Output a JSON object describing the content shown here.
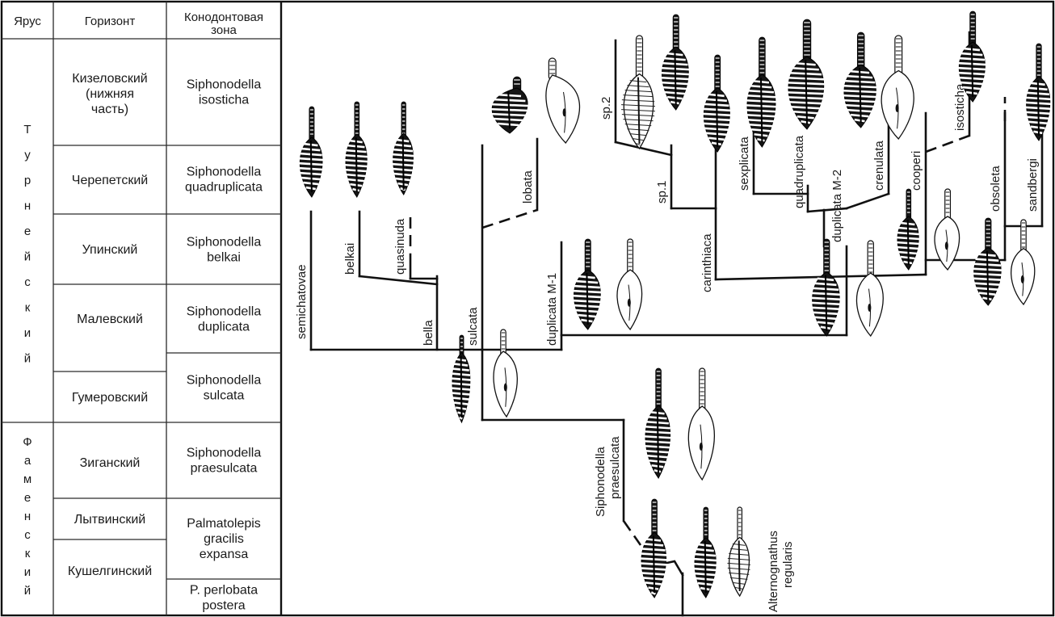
{
  "table": {
    "headers": {
      "stage": "Ярус",
      "horizon": "Горизонт",
      "zone_line1": "Конодонтовая",
      "zone_line2": "зона"
    },
    "stages": [
      {
        "letters": [
          "Т",
          "у",
          "р",
          "н",
          "е",
          "й",
          "с",
          "к",
          "и",
          "й"
        ]
      },
      {
        "letters": [
          "Ф",
          "а",
          "м",
          "е",
          "н",
          "с",
          "к",
          "и",
          "й"
        ]
      }
    ],
    "horizons": [
      {
        "lines": [
          "Кизеловский",
          "(нижняя",
          "часть)"
        ]
      },
      {
        "lines": [
          "Черепетский"
        ]
      },
      {
        "lines": [
          "Упинский"
        ]
      },
      {
        "lines": [
          "Малевский"
        ]
      },
      {
        "lines": [
          "Гумеровский"
        ]
      },
      {
        "lines": [
          "Зиганский"
        ]
      },
      {
        "lines": [
          "Лытвинский"
        ]
      },
      {
        "lines": [
          "Кушелгинский"
        ]
      }
    ],
    "zones": [
      {
        "lines": [
          "Siphonodella",
          "isosticha"
        ]
      },
      {
        "lines": [
          "Siphonodella",
          "quadruplicata"
        ]
      },
      {
        "lines": [
          "Siphonodella",
          "belkai"
        ]
      },
      {
        "lines": [
          "Siphonodella",
          "duplicata"
        ]
      },
      {
        "lines": [
          "Siphonodella",
          "sulcata"
        ]
      },
      {
        "lines": [
          "Siphonodella",
          "praesulcata"
        ]
      },
      {
        "lines": [
          "Palmatolepis",
          "gracilis",
          "expansa"
        ]
      },
      {
        "lines": [
          "P. perlobata",
          "postera"
        ]
      }
    ]
  },
  "taxa": {
    "semichatovae": "semichatovae",
    "belkai": "belkai",
    "quasinuda": "quasinuda",
    "bella": "bella",
    "sulcata": "sulcata",
    "lobata": "lobata",
    "duplicata_m1": "duplicata M-1",
    "sp2": "sp.2",
    "sp1": "sp.1",
    "carinthiaca": "carinthiaca",
    "sexplicata": "sexplicata",
    "quadruplicata": "quadruplicata",
    "duplicata_m2": "duplicata M-2",
    "crenulata": "crenulata",
    "cooperi": "cooperi",
    "isosticha": "isosticha",
    "obsoleta": "obsoleta",
    "sandbergi": "sandbergi",
    "praesulcata_line1": "Siphonodella",
    "praesulcata_line2": "praesulcata",
    "alternognathus_line1": "Alternognathus",
    "alternognathus_line2": "regularis"
  }
}
